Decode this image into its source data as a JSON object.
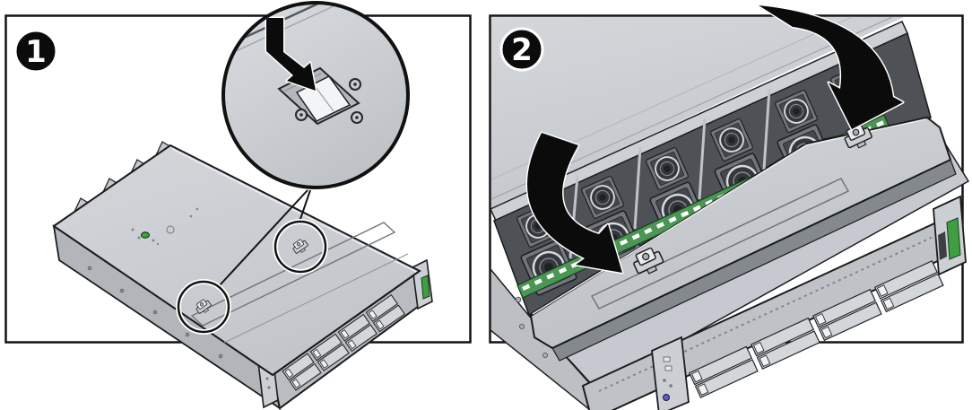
{
  "figure": {
    "kind": "server-top-cover-installation-illustration",
    "panels": [
      {
        "badge": "1"
      },
      {
        "badge": "2"
      }
    ]
  },
  "colors": {
    "badge_bg": "#0b0b0b",
    "badge_text": "#ffffff",
    "arrow_black": "#0b0b0b",
    "pcb_green": "#4a9652",
    "led_green": "#3aa53a",
    "label_green": "#3f9e3f",
    "power_blue": "#5b5bd6"
  }
}
